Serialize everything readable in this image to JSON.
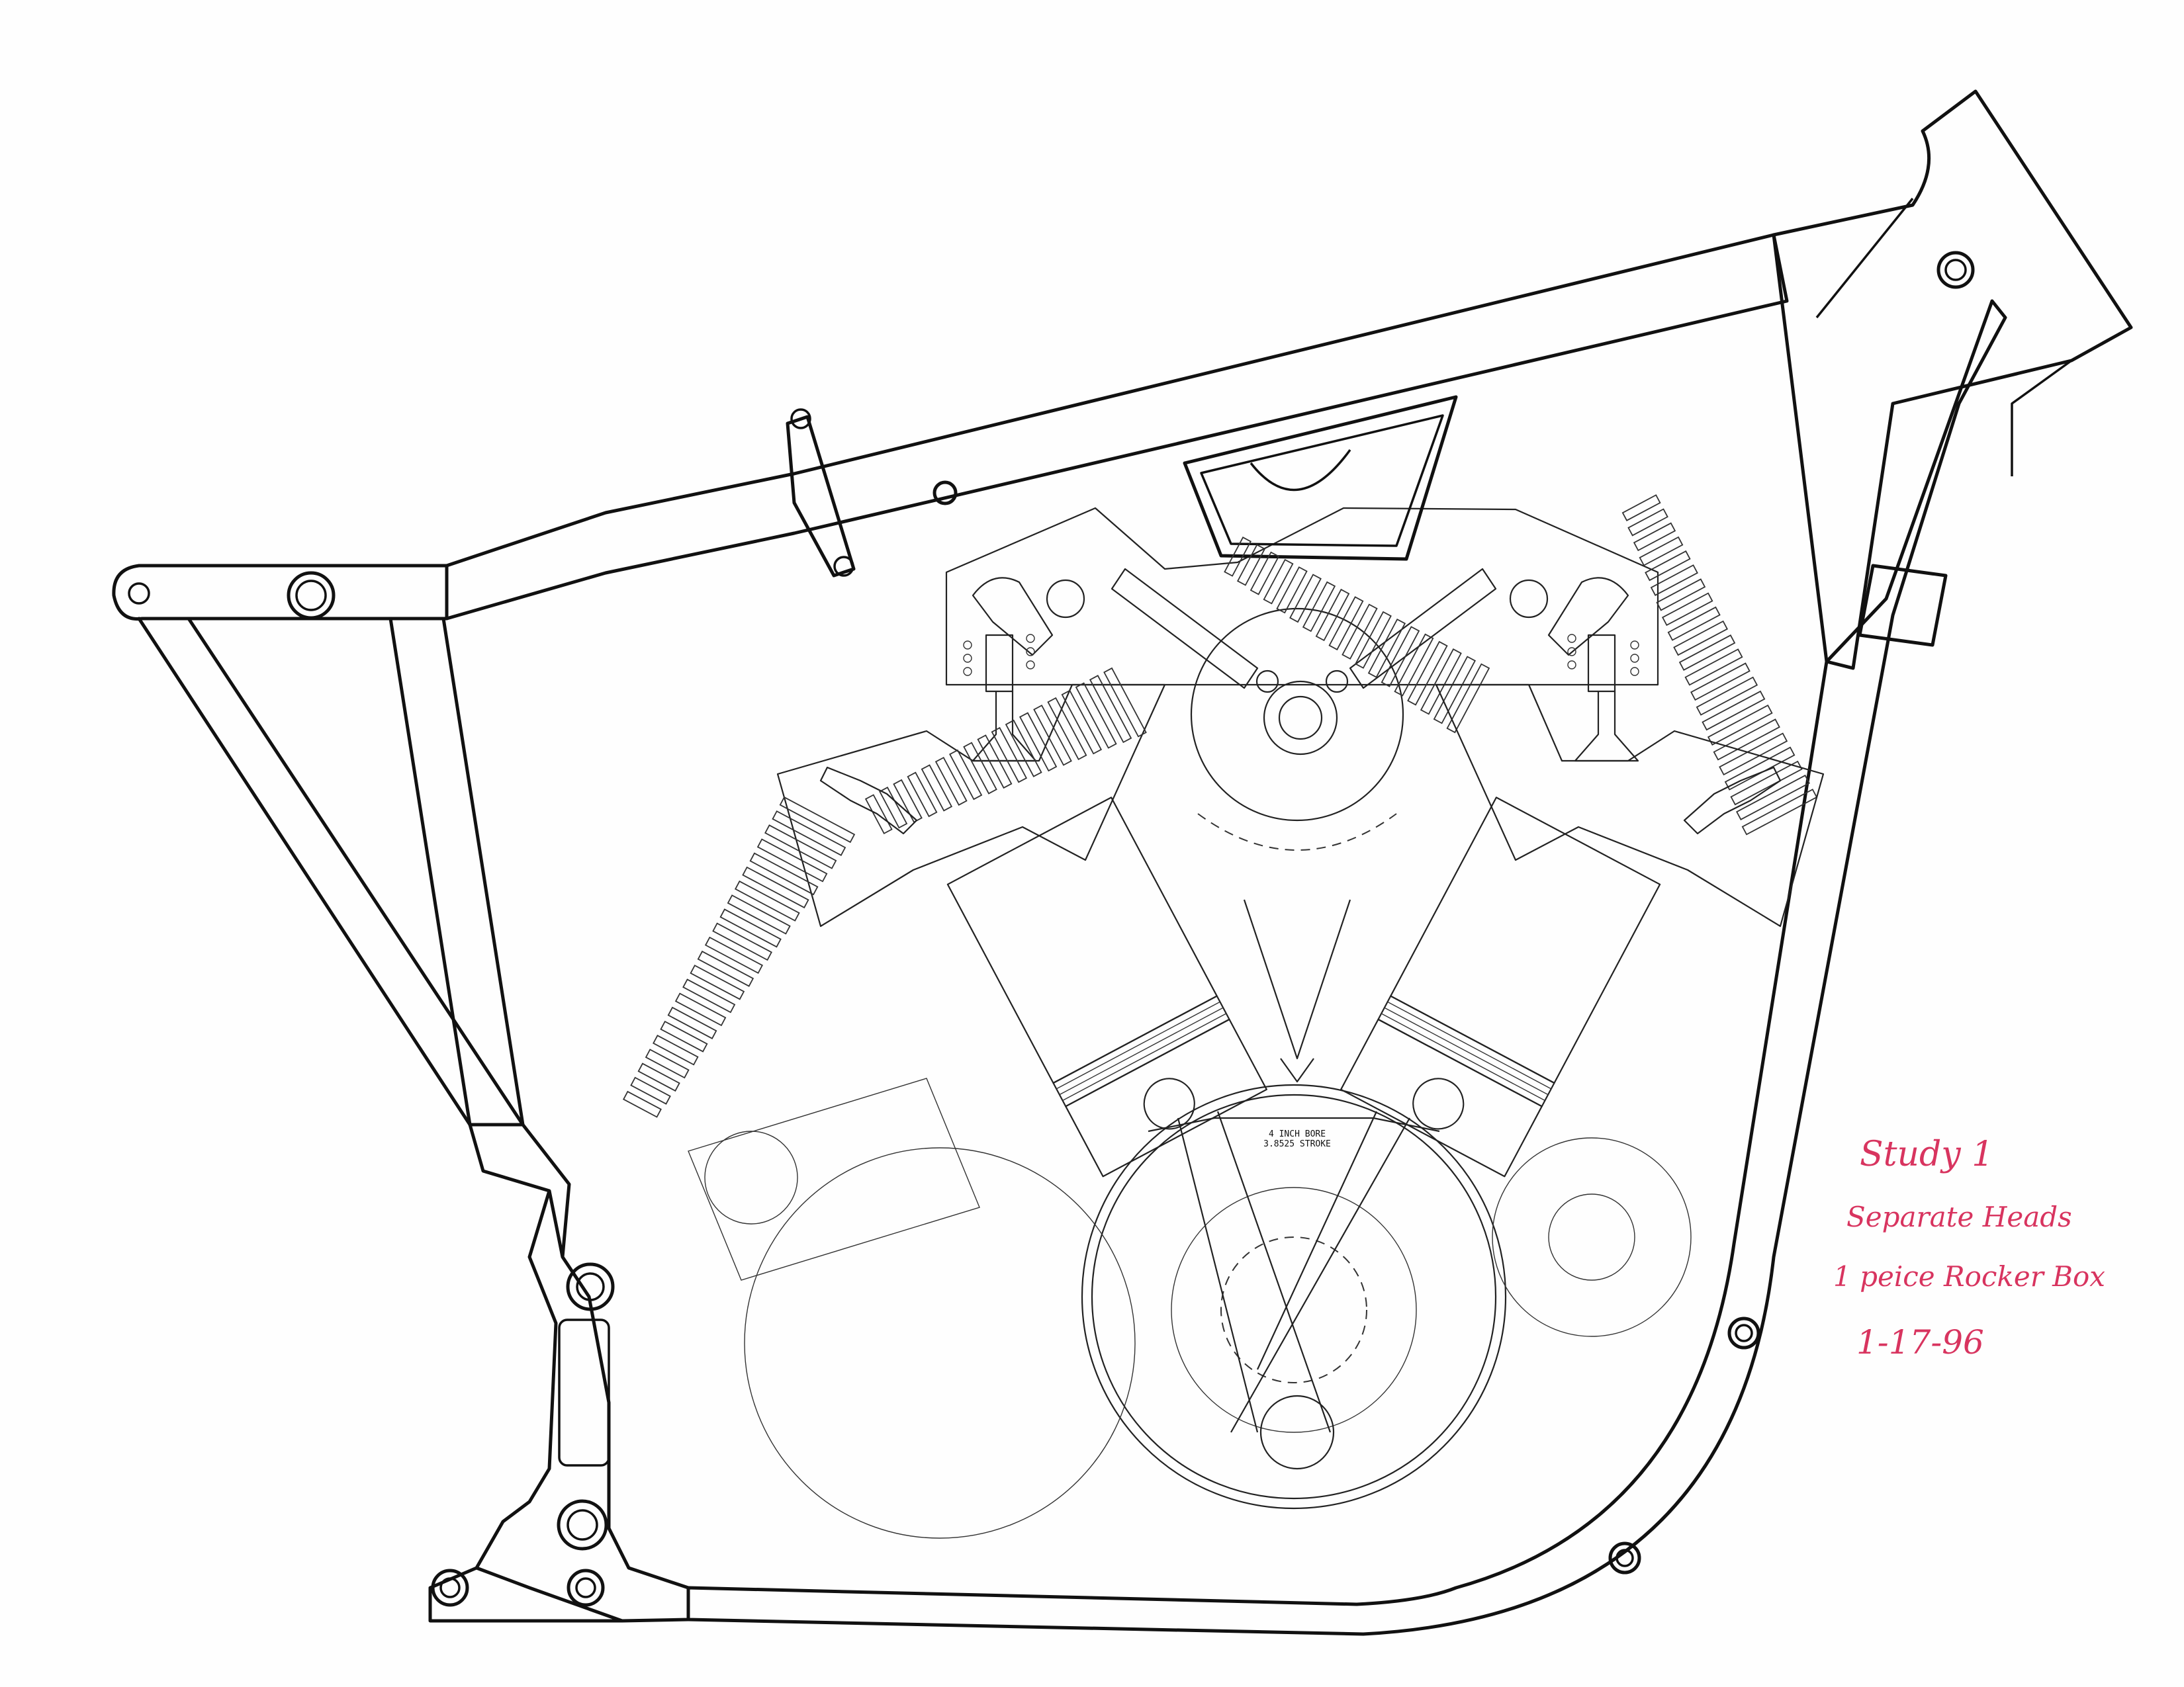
{
  "drawing": {
    "spec_line_1": "4 INCH BORE",
    "spec_line_2": "3.8525 STROKE"
  },
  "annotations": {
    "study": "Study 1",
    "heads": "Separate Heads",
    "rocker": "1 peice Rocker Box",
    "date": "1-17-96"
  },
  "colors": {
    "ink": "#111111",
    "annotation": "#d8345f"
  }
}
